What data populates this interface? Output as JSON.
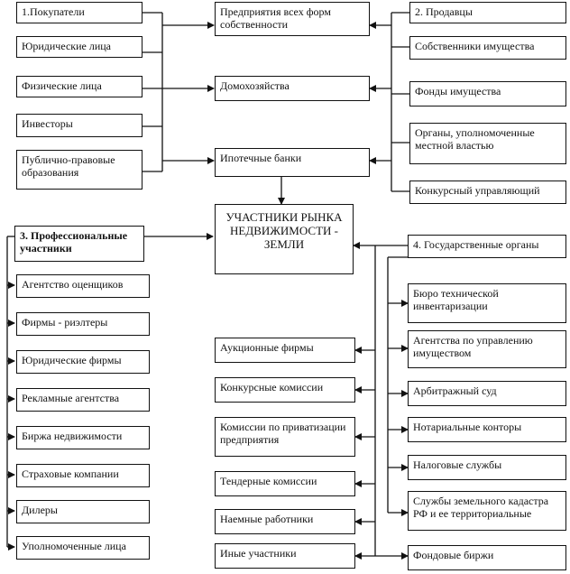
{
  "center": "УЧАСТНИКИ РЫНКА НЕДВИЖИМОСТИ - ЗЕМЛИ",
  "buyers": {
    "title": "1.Покупатели",
    "items": [
      "Юридические лица",
      "Физические лица",
      "Инвесторы",
      "Публично-правовые образования"
    ]
  },
  "middle_top": [
    "Предприятия всех форм собственности",
    "Домохозяйства",
    "Ипотечные банки"
  ],
  "sellers": {
    "title": "2. Продавцы",
    "items": [
      "Собственники имущества",
      "Фонды имущества",
      "Органы, уполномоченные местной властью",
      "Конкурсный управляющий"
    ]
  },
  "professionals": {
    "title": "3. Профессиональные участники",
    "items": [
      "Агентство оценщиков",
      "Фирмы - риэлтеры",
      "Юридические фирмы",
      "Рекламные агентства",
      "Биржа недвижимости",
      "Страховые компании",
      "Дилеры",
      "Уполномоченные лица"
    ]
  },
  "middle_bottom": [
    "Аукционные фирмы",
    "Конкурсные комиссии",
    "Комиссии по приватизации предприятия",
    "Тендерные комиссии",
    "Наемные работники",
    "Иные участники"
  ],
  "state": {
    "title": "4. Государственные органы",
    "items": [
      "Бюро технической инвентаризации",
      "Агентства по управлению имуществом",
      "Арбитражный суд",
      "Нотариальные конторы",
      "Налоговые службы",
      "Службы земельного кадастра РФ и ее территориальные",
      "Фондовые биржи"
    ]
  }
}
